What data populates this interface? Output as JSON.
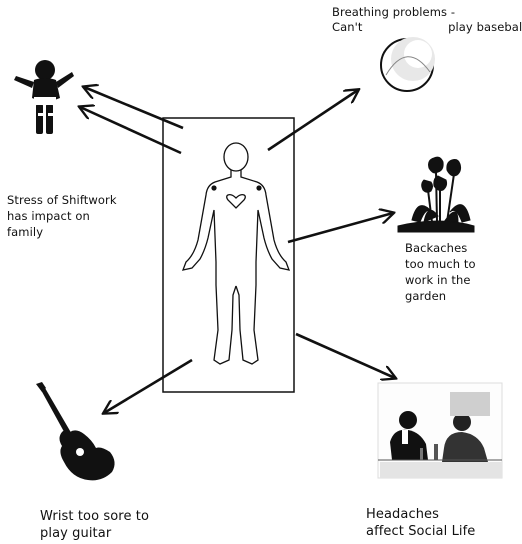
{
  "labels": {
    "breathing": {
      "line1": "Breathing problems -",
      "line2a": "Can't",
      "line2b": "play baseball"
    },
    "family": {
      "line1": "Stress of Shiftwork",
      "line2": "has impact on",
      "line3": "family"
    },
    "backaches": {
      "line1": "Backaches",
      "line2": "too much to",
      "line3": "work in the",
      "line4": "garden"
    },
    "wrist": {
      "line1": "Wrist too sore to",
      "line2": "play guitar"
    },
    "headaches": {
      "line1": "Headaches",
      "line2": "affect Social Life"
    }
  },
  "icons": {
    "center": "human-body-outline-icon",
    "baby": "baby-icon",
    "baseball": "baseball-icon",
    "flowers": "tulip-flowers-icon",
    "guitar": "guitar-icon",
    "social": "social-dinner-photo-icon"
  },
  "colors": {
    "ink": "#111111",
    "paper": "#ffffff"
  }
}
